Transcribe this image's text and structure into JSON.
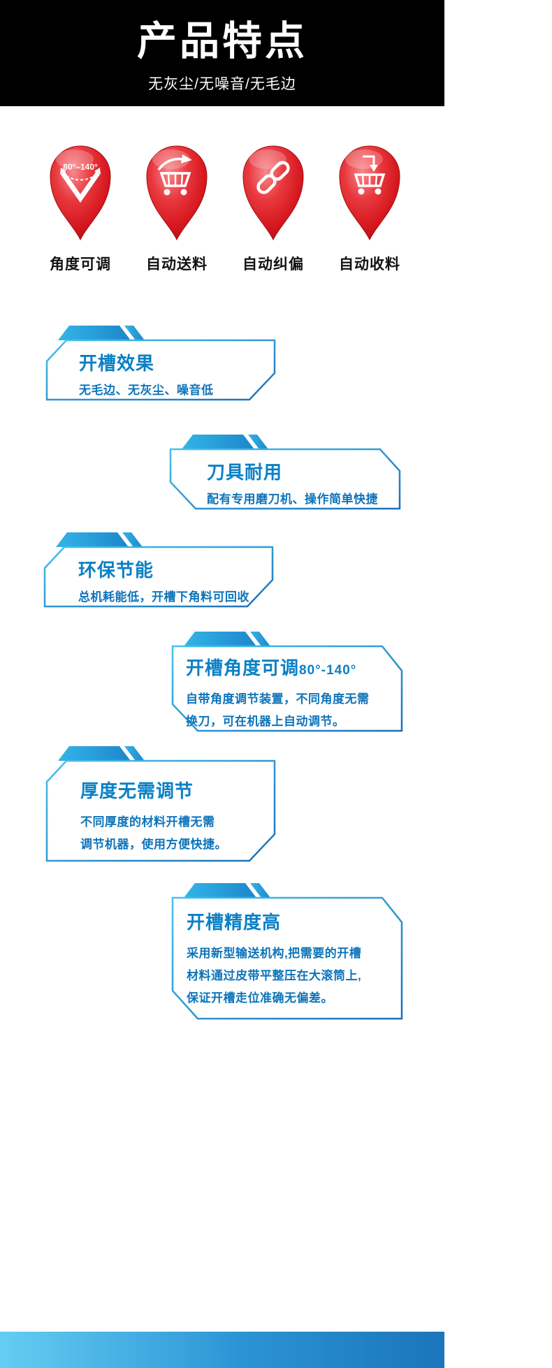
{
  "header": {
    "title": "产品特点",
    "subtitle": "无灰尘/无噪音/无毛边"
  },
  "features": [
    {
      "label": "角度可调",
      "icon": "angle-range-icon",
      "icon_text": "80°–140°"
    },
    {
      "label": "自动送料",
      "icon": "auto-feed-cart-icon"
    },
    {
      "label": "自动纠偏",
      "icon": "chain-link-icon"
    },
    {
      "label": "自动收料",
      "icon": "auto-collect-cart-icon"
    }
  ],
  "boxes": [
    {
      "title": "开槽效果",
      "desc": "无毛边、无灰尘、噪音低"
    },
    {
      "title": "刀具耐用",
      "desc": "配有专用磨刀机、操作简单快捷"
    },
    {
      "title": "环保节能",
      "desc": "总机耗能低，开槽下角料可回收"
    },
    {
      "title": "开槽角度可调",
      "title_suffix": "80°-140°",
      "desc": "自带角度调节装置，不同角度无需\n换刀，可在机器上自动调节。"
    },
    {
      "title": "厚度无需调节",
      "desc": "不同厚度的材料开槽无需\n调节机器，使用方便快捷。"
    },
    {
      "title": "开槽精度高",
      "desc": "采用新型输送机构,把需要的开槽\n材料通过皮带平整压在大滚筒上,\n保证开槽走位准确无偏差。"
    }
  ],
  "colors": {
    "header_bg": "#000000",
    "accent_blue_dark": "#1b75bb",
    "accent_blue_light": "#33b5e8",
    "title_text_blue": "#0a80c6",
    "pin_red": "#d5161d"
  }
}
